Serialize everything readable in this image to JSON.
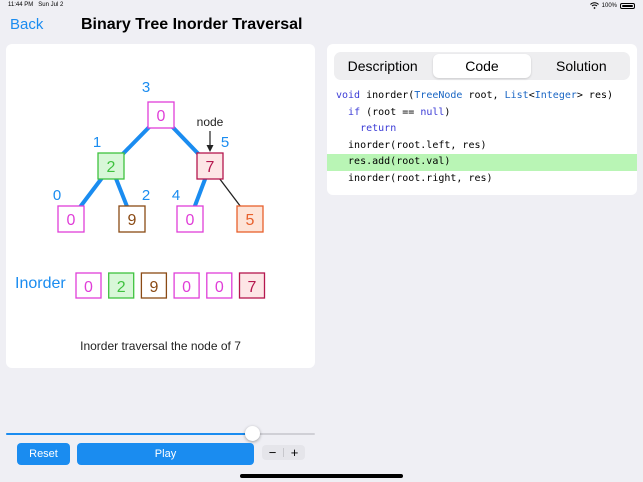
{
  "status": {
    "time": "11:44 PM",
    "date": "Sun Jul 2",
    "battery": "100%"
  },
  "nav": {
    "back_label": "Back",
    "title": "Binary Tree Inorder Traversal"
  },
  "tabs": [
    {
      "label": "Description",
      "active": false
    },
    {
      "label": "Code",
      "active": true
    },
    {
      "label": "Solution",
      "active": false
    }
  ],
  "code": {
    "highlighted_line": 4,
    "lines": [
      "void inorder(TreeNode root, List<Integer> res)",
      "  if (root == null)",
      "    return",
      "  inorder(root.left, res)",
      "  res.add(root.val)",
      "  inorder(root.right, res)"
    ]
  },
  "tree": {
    "pointer_label": "node",
    "nodes": [
      {
        "id": "root",
        "value": "0",
        "index": "3",
        "color": "#e03ed8",
        "fill": "#ffffff"
      },
      {
        "id": "l",
        "value": "2",
        "index": "1",
        "color": "#3fc23f",
        "fill": "#d8f7d8"
      },
      {
        "id": "r",
        "value": "7",
        "index": "5",
        "color": "#b5174e",
        "fill": "#fde6e6"
      },
      {
        "id": "ll",
        "value": "0",
        "index": "0",
        "color": "#e03ed8",
        "fill": "#ffffff"
      },
      {
        "id": "lr",
        "value": "9",
        "index": "2",
        "color": "#8a4a14",
        "fill": "#ffffff"
      },
      {
        "id": "rl",
        "value": "0",
        "index": "4",
        "color": "#e03ed8",
        "fill": "#ffffff"
      },
      {
        "id": "rr",
        "value": "5",
        "index": "",
        "color": "#e8602c",
        "fill": "#fde4d8"
      }
    ]
  },
  "inorder": {
    "label": "Inorder",
    "items": [
      {
        "value": "0",
        "color": "#e03ed8",
        "fill": "#ffffff"
      },
      {
        "value": "2",
        "color": "#3fc23f",
        "fill": "#d8f7d8"
      },
      {
        "value": "9",
        "color": "#8a4a14",
        "fill": "#ffffff"
      },
      {
        "value": "0",
        "color": "#e03ed8",
        "fill": "#ffffff"
      },
      {
        "value": "0",
        "color": "#e03ed8",
        "fill": "#ffffff"
      },
      {
        "value": "7",
        "color": "#b5174e",
        "fill": "#fde6e6"
      }
    ]
  },
  "caption": "Inorder traversal the node of 7",
  "controls": {
    "progress": 0.795,
    "reset_label": "Reset",
    "play_label": "Play",
    "minus_label": "−",
    "plus_label": "+"
  },
  "colors": {
    "accent": "#1a8cf0",
    "edge_visited": "#1a8cf0",
    "edge_default": "#222222",
    "highlight": "#b9f5b5"
  }
}
